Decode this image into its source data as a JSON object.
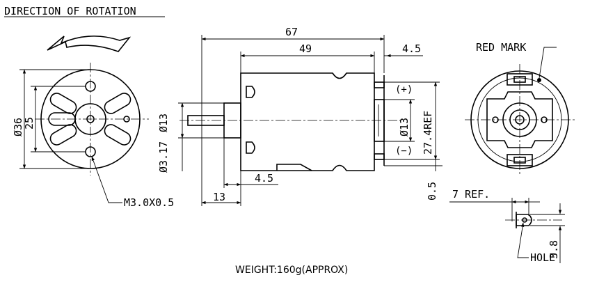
{
  "diagram": {
    "heading": "DIRECTION OF ROTATION",
    "front_view": {
      "outer_diameter": "Ø36",
      "hole_spacing": "25",
      "thread_callout": "M3.0X0.5"
    },
    "side_view": {
      "overall_length": "67",
      "body_length": "49",
      "terminal_offset": "4.5",
      "boss_diameter": "Ø13",
      "shaft_diameter": "Ø3.17",
      "rear_boss_diameter": "Ø13",
      "terminal_spacing": "27.4REF",
      "flat_length": "4.5",
      "shaft_length": "13",
      "terminal_thickness": "0.5",
      "positive_terminal": "(+)",
      "negative_terminal": "(−)"
    },
    "rear_view": {
      "red_mark": "RED MARK"
    },
    "terminal_detail": {
      "ref_length": "7 REF.",
      "hole_label": "HOLE",
      "hole_height": "3.8"
    },
    "weight": "WEIGHT:160g(APPROX)"
  }
}
